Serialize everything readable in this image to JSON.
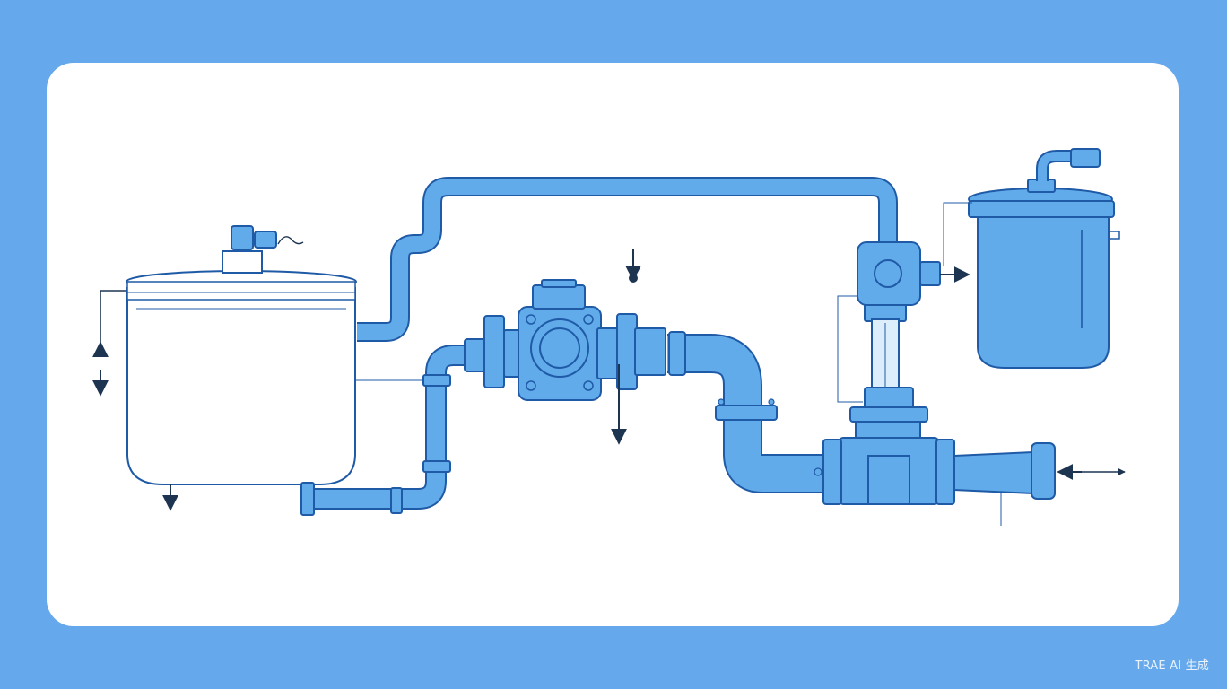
{
  "colors": {
    "background": "#65a9ec",
    "card": "#ffffff",
    "pipe_fill": "#62abea",
    "pipe_fill_light": "#84bff1",
    "outline": "#1f5aa6",
    "arrow": "#1d3550",
    "glass": "#dcedfb",
    "watermark_text": "#eaf3fd"
  },
  "components": [
    {
      "name": "storage-tank",
      "icon": "open-tank-icon"
    },
    {
      "name": "tank-actuator",
      "icon": "actuator-icon"
    },
    {
      "name": "feed-pipe",
      "icon": "pipe-icon"
    },
    {
      "name": "pump",
      "icon": "pump-icon"
    },
    {
      "name": "return-pipe",
      "icon": "pipe-icon"
    },
    {
      "name": "control-valve",
      "icon": "valve-icon"
    },
    {
      "name": "flow-indicator",
      "icon": "sight-glass-icon"
    },
    {
      "name": "tee-junction",
      "icon": "tee-icon"
    },
    {
      "name": "outlet-pipe",
      "icon": "pipe-icon"
    },
    {
      "name": "receiver-tank",
      "icon": "closed-tank-icon"
    }
  ],
  "watermark": "TRAE AI 生成"
}
